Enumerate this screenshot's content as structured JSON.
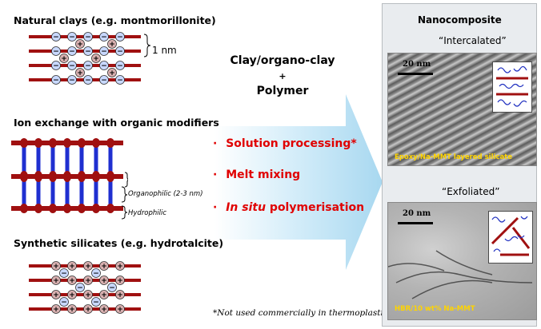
{
  "left": {
    "natural_clays": "Natural clays (e.g. montmorillonite)",
    "spacing_label": "1 nm",
    "ion_exchange": "Ion exchange with organic modifiers",
    "organophilic": "Organophilic (2-3 nm)",
    "hydrophilic": "Hydrophilic",
    "synthetic": "Synthetic silicates (e.g. hydrotalcite)",
    "footnote": "*Not used commercially in thermoplastics"
  },
  "middle": {
    "line1": "Clay/organo-clay",
    "line2": "+",
    "line3": "Polymer",
    "methods": [
      {
        "bullet": "·",
        "text": "Solution processing*"
      },
      {
        "bullet": "·",
        "text": "Melt mixing"
      },
      {
        "bullet": "·",
        "italic": "In situ",
        "text": " polymerisation"
      }
    ]
  },
  "right": {
    "title": "Nanocomposite",
    "intercalated": "“Intercalated”",
    "exfoliated": "“Exfoliated”",
    "scale1": "20 nm",
    "scale2": "20 nm",
    "caption1": "Epoxy/Na-MMT layered silicate",
    "caption2": "HBR/10 wt% Na-MMT"
  },
  "colors": {
    "platelet": "#a01010",
    "positive_ion": "#d0d0d0",
    "negative_ion": "#c8d8ff",
    "modifier": "#1f2fd0",
    "arrow": "#bfe3f5",
    "method_text": "#e00000"
  }
}
